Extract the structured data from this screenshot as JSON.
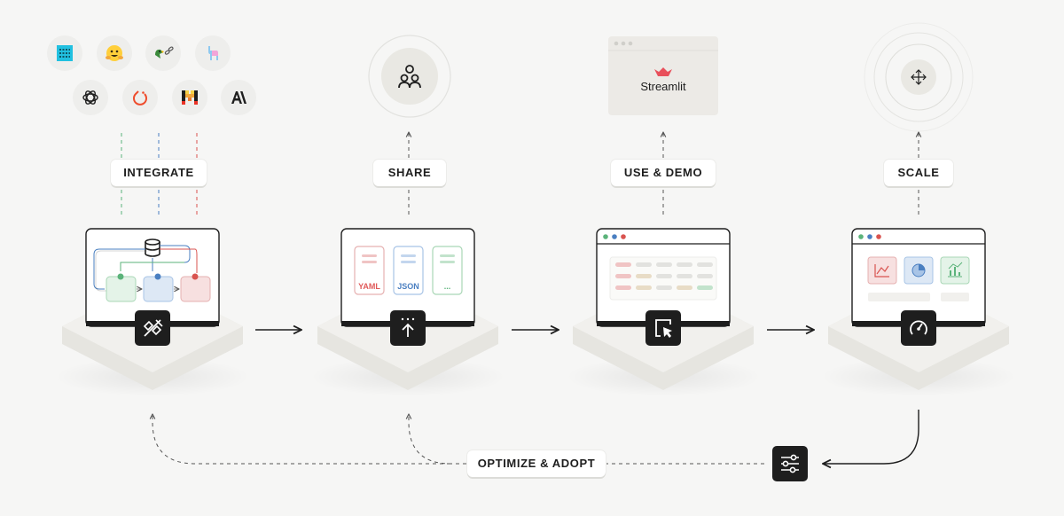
{
  "stages": [
    {
      "label": "INTEGRATE",
      "icon": "integrate-icon"
    },
    {
      "label": "SHARE",
      "icon": "share-upload-icon"
    },
    {
      "label": "USE & DEMO",
      "icon": "cursor-click-icon"
    },
    {
      "label": "SCALE",
      "icon": "gauge-icon"
    }
  ],
  "share_cards": [
    {
      "label": "YAML",
      "color": "#e05a5a"
    },
    {
      "label": "JSON",
      "color": "#4a7fc1"
    },
    {
      "label": "...",
      "color": "#5bb37a"
    }
  ],
  "loop": {
    "label": "OPTIMIZE & ADOPT",
    "icon": "sliders-icon"
  },
  "streamlit": {
    "label": "Streamlit",
    "icon": "streamlit-crown-icon"
  },
  "logos": [
    "grid-logo-icon",
    "hugging-face-icon",
    "parrot-chain-icon",
    "llama-icon",
    "openai-icon",
    "pytorch-icon",
    "mistral-icon",
    "anthropic-icon"
  ],
  "colors": {
    "green": "#5bb37a",
    "blue": "#4a7fc1",
    "red": "#d9534f",
    "dark": "#1e1e1e",
    "base": "#e9e8e3"
  }
}
